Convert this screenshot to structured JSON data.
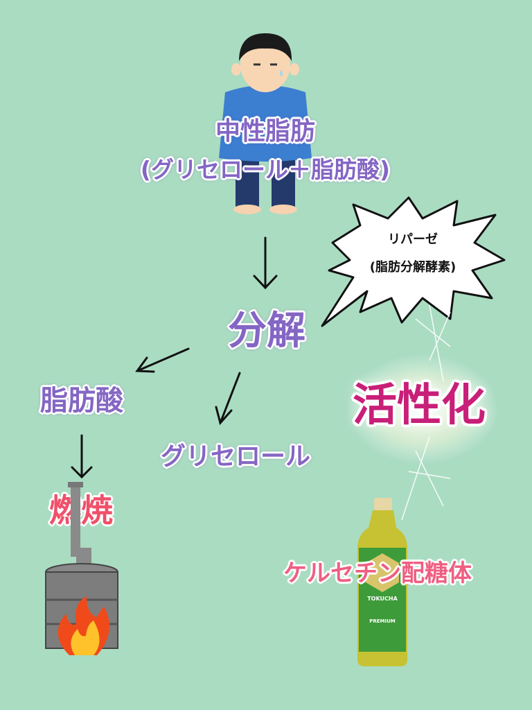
{
  "man": {
    "label_line1": "中性脂肪",
    "label_line2": "(グリセロール＋脂肪酸)"
  },
  "enzyme": {
    "name": "リパーゼ",
    "description": "(脂肪分解酵素)"
  },
  "process": "分解",
  "products": {
    "fatty_acid": "脂肪酸",
    "glycerol": "グリセロール"
  },
  "burn": "燃焼",
  "activation": "活性化",
  "ingredient": "ケルセチン配糖体",
  "bottle": {
    "brand": "TOKUCHA",
    "grade": "PREMIUM"
  },
  "colors": {
    "background": "#aadcc2",
    "purple": "#8466c4",
    "pink": "#ee5f82",
    "magenta": "#c81f78"
  }
}
